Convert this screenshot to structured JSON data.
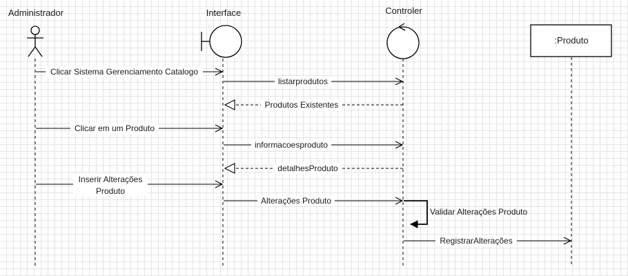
{
  "participants": {
    "administrador": "Administrador",
    "interface": "Interface",
    "controler": "Controler",
    "produto": ":Produto"
  },
  "messages": {
    "m1": "Clicar Sistema Gerenciamento Catalogo",
    "m2": "listarprodutos",
    "m3": "Produtos Existentes",
    "m4": "Clicar em um Produto",
    "m5": "informacoesproduto",
    "m6": "detalhesProduto",
    "m7a": "Inserir Alterações",
    "m7b": "Produto",
    "m8": "Alterações Produto",
    "m9": "Validar Alterações Produto",
    "m10": "RegistrarAlterações"
  }
}
